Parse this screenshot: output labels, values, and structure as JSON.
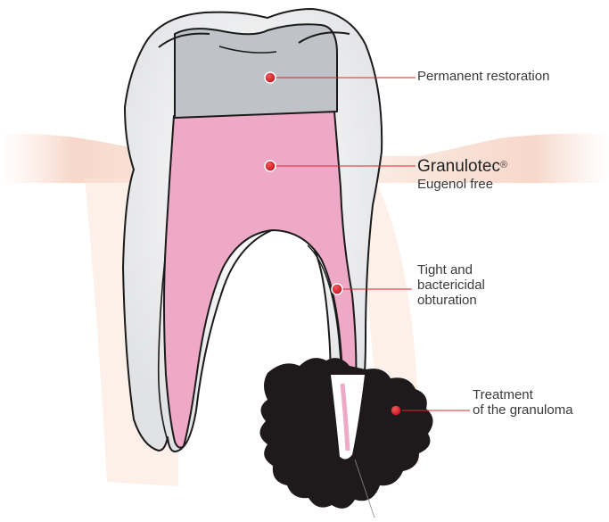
{
  "diagram": {
    "labels": {
      "permanent_restoration": "Permanent restoration",
      "granulotec": {
        "name": "Granulotec",
        "mark": "®",
        "subtitle": "Eugenol free"
      },
      "obturation": {
        "line1": "Tight and",
        "line2": "bactericidal",
        "line3": "obturation"
      },
      "granuloma": {
        "line1": "Treatment",
        "line2": "of the granuloma"
      }
    },
    "colors": {
      "gum": "#f6d3c4",
      "enamel": "#eeeeef",
      "restoration": "#bfc2c6",
      "obturation_paste": "#eea9c6",
      "granuloma": "#1e1a1b",
      "pointer": "#d4202a",
      "leader_line": "#e0232d",
      "outline": "#1b1b1b"
    }
  }
}
